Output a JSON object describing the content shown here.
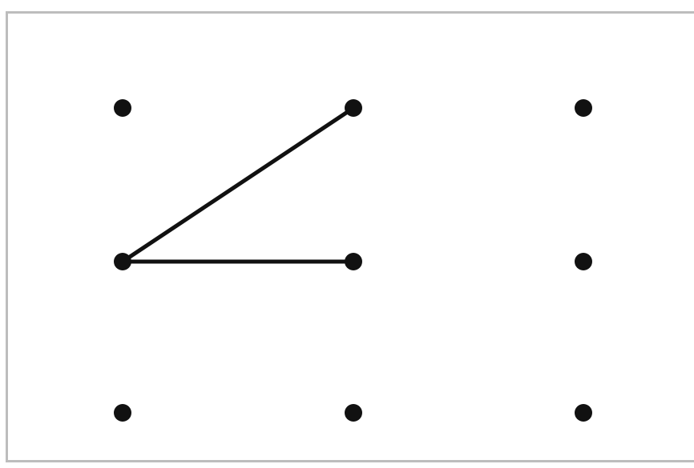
{
  "diagram": {
    "grid": {
      "rows": 3,
      "cols": 3
    },
    "dots": [
      {
        "id": "r1c1",
        "row": 1,
        "col": 1
      },
      {
        "id": "r1c2",
        "row": 1,
        "col": 2
      },
      {
        "id": "r1c3",
        "row": 1,
        "col": 3
      },
      {
        "id": "r2c1",
        "row": 2,
        "col": 1
      },
      {
        "id": "r2c2",
        "row": 2,
        "col": 2
      },
      {
        "id": "r2c3",
        "row": 2,
        "col": 3
      },
      {
        "id": "r3c1",
        "row": 3,
        "col": 1
      },
      {
        "id": "r3c2",
        "row": 3,
        "col": 2
      },
      {
        "id": "r3c3",
        "row": 3,
        "col": 3
      }
    ],
    "segments": [
      {
        "from": "r2c1",
        "to": "r1c2"
      },
      {
        "from": "r2c1",
        "to": "r2c2"
      }
    ],
    "colors": {
      "dot": "#111111",
      "line": "#111111",
      "frame": "#bdbdbd",
      "background": "#ffffff"
    }
  }
}
